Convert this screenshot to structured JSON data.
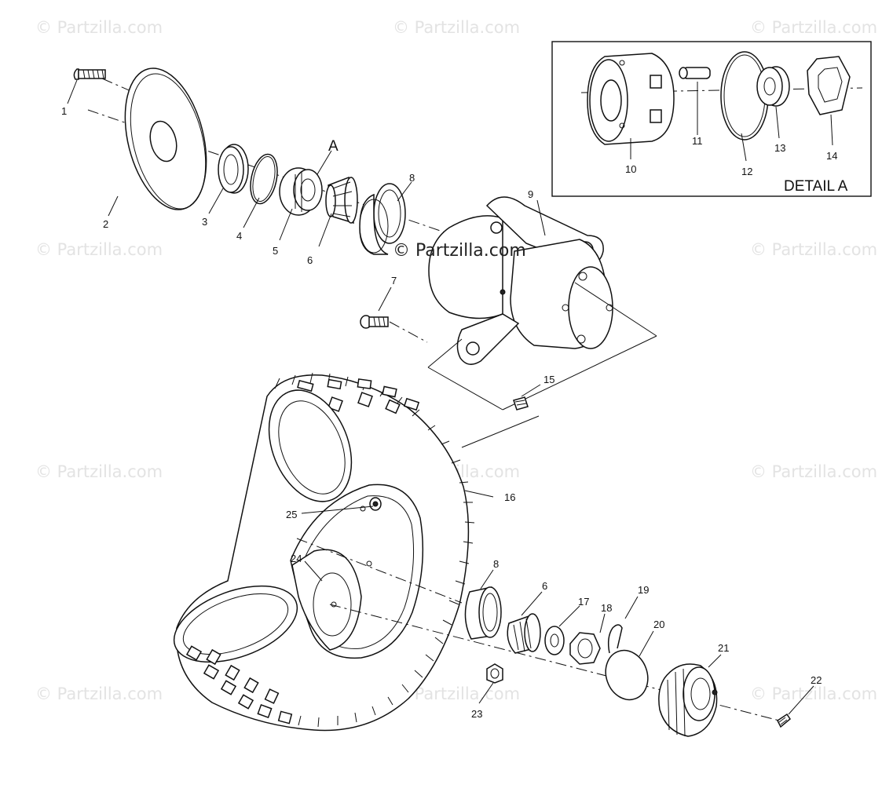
{
  "watermark": {
    "text": "© Partzilla.com",
    "center_text": "© Partzilla.com"
  },
  "detail": {
    "title": "DETAIL A",
    "letter": "A"
  },
  "callouts": {
    "c1": "1",
    "c2": "2",
    "c3": "3",
    "c4": "4",
    "c5": "5",
    "c6": "6",
    "c6b": "6",
    "c7": "7",
    "c8": "8",
    "c8b": "8",
    "c9": "9",
    "c10": "10",
    "c11": "11",
    "c12": "12",
    "c13": "13",
    "c14": "14",
    "c15": "15",
    "c16": "16",
    "c17": "17",
    "c18": "18",
    "c19": "19",
    "c20": "20",
    "c21": "21",
    "c22": "22",
    "c23": "23",
    "c24": "24",
    "c25": "25"
  }
}
